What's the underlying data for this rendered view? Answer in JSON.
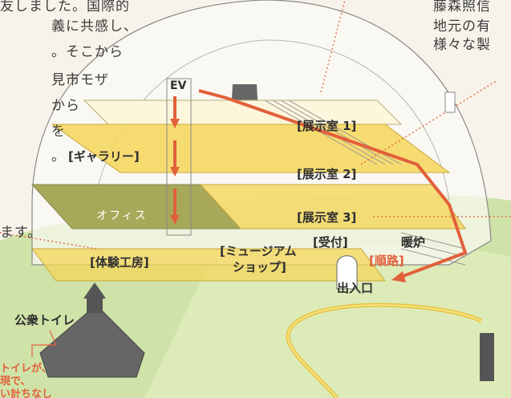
{
  "left_text": [
    "友しました。国際的",
    "義に共感し、",
    "。そこから",
    "見市モザ",
    "から",
    "を",
    "。"
  ],
  "left_bottom_text": "ます。",
  "right_text": [
    "藤森照信",
    "地元の有",
    "様々な製"
  ],
  "labels": {
    "ev": "EV",
    "room1": "[展示室 1]",
    "gallery": "[ギャラリー]",
    "room2": "[展示室 2]",
    "office": "オフィス",
    "room3": "[展示室 3]",
    "reception": "[受付]",
    "stove": "暖炉",
    "workshop": "[体験工房]",
    "shop_line1": "[ミュージアム",
    "shop_line2": "ショップ]",
    "route": "[順路]",
    "entrance": "出入口",
    "toilet": "公衆トイレ"
  },
  "toilet_note": [
    "トイレが、",
    "現で、",
    "い計ちなし"
  ],
  "colors": {
    "accent_red": "#e2603a",
    "floor_yellow": "#f4d65a",
    "floor_olive": "#a8a85a",
    "lawn_green": "#cfe3a8",
    "path_yellow": "#e8c23a"
  }
}
